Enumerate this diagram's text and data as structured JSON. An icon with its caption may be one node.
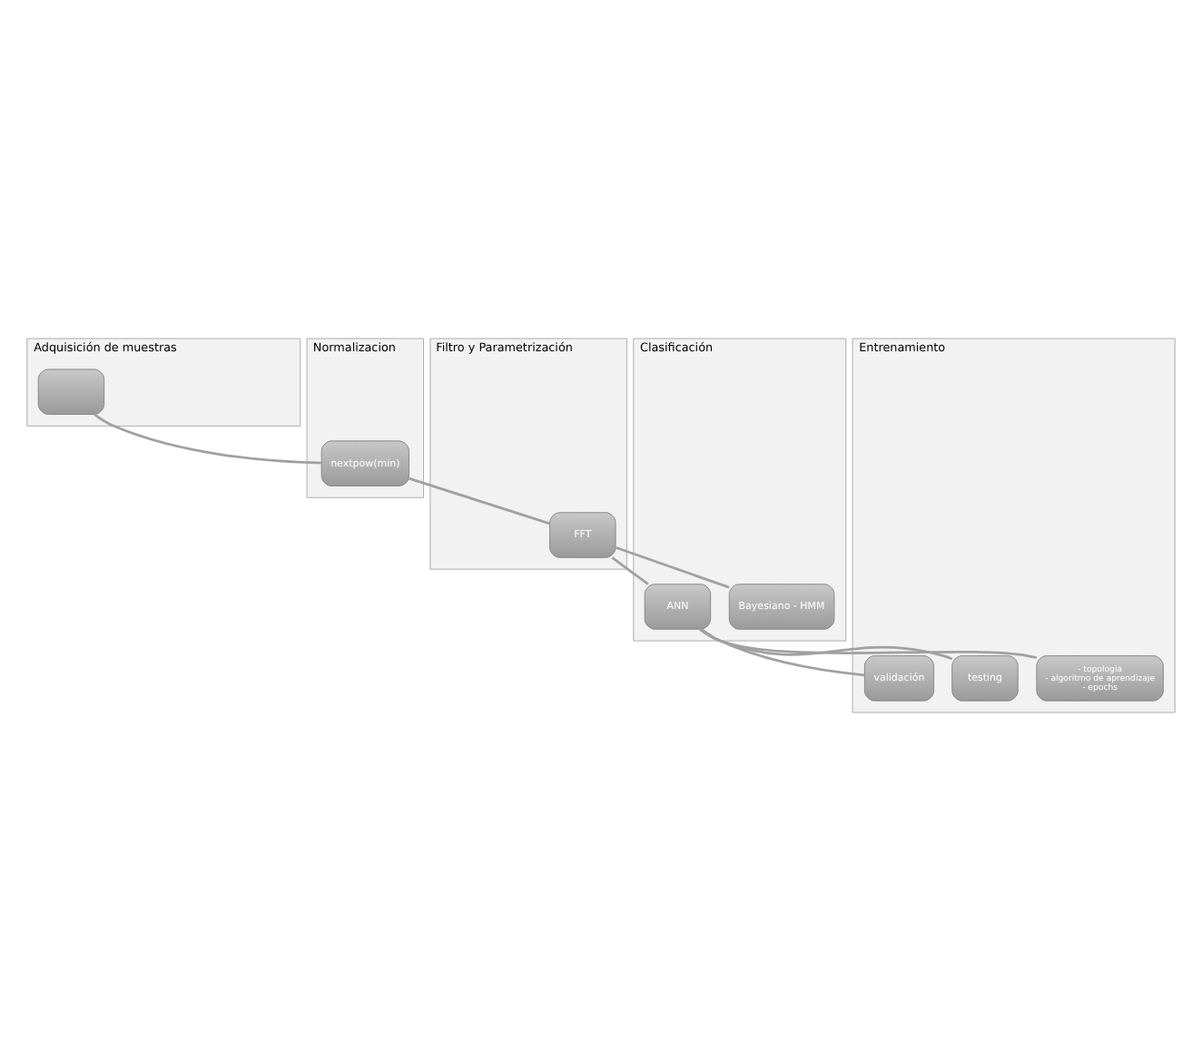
{
  "diagram": {
    "nodes": [
      {
        "text": [
          "Adquisición de muestras"
        ]
      },
      {
        "text": [],
        "shape": "box",
        "in": 0
      },
      {
        "text": [
          "Normalizacion"
        ]
      },
      {
        "text": [
          "nextpow(min)"
        ],
        "in": 2
      },
      {
        "text": [
          "Filtro y Parametrización"
        ]
      },
      {
        "text": [
          "FFT"
        ],
        "in": 4
      },
      {
        "text": [
          "Clasificación"
        ]
      },
      {
        "text": [
          "Bayesiano - HMM"
        ],
        "in": 6
      },
      {
        "text": [
          "ANN"
        ],
        "in": 6
      },
      {
        "text": [
          "Entrenamiento"
        ]
      },
      {
        "text": [
          "- topologia - algoritmo de aprendizaje - epochs"
        ],
        "in": 9
      },
      {
        "text": [
          "testing"
        ],
        "in": 9
      },
      {
        "text": [
          "validación"
        ],
        "in": 9
      }
    ],
    "edges": [
      {
        "from": 1,
        "to": 3,
        "arrow": "none"
      },
      {
        "from": 3,
        "to": 5,
        "arrow": "none"
      },
      {
        "from": 5,
        "to": 7,
        "arrow": "none"
      },
      {
        "from": 5,
        "to": 8,
        "arrow": "none"
      },
      {
        "from": 8,
        "to": 10,
        "arrow": "none"
      },
      {
        "from": 8,
        "to": 11,
        "arrow": "none"
      },
      {
        "from": 8,
        "to": 12,
        "arrow": "none"
      }
    ]
  }
}
